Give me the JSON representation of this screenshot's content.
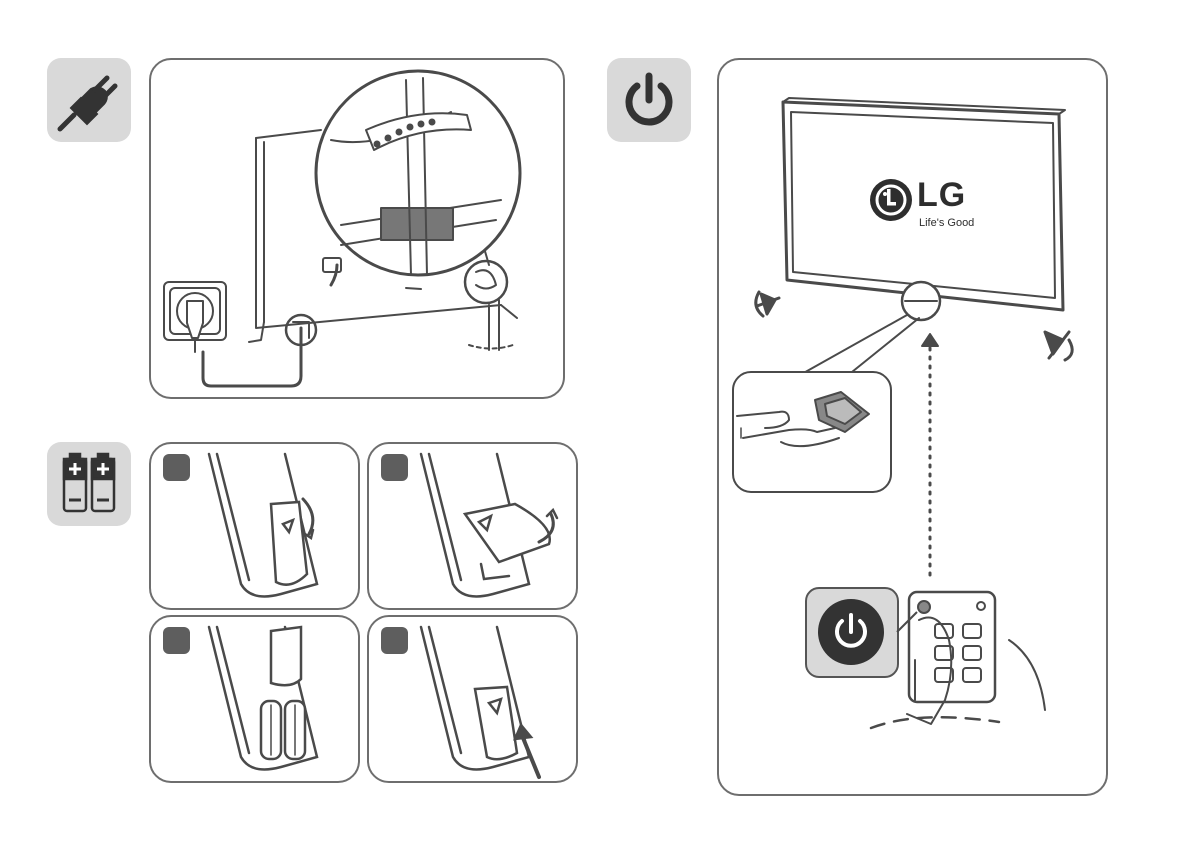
{
  "logo": {
    "brand": "LG",
    "slogan": "Life's Good"
  },
  "steps": {
    "remote_step_count": 4
  },
  "colors": {
    "badge_bg": "#d9d9d9",
    "icon_dark": "#3a3a3a",
    "line": "#4a4a4a",
    "step_box": "#5e5e5e"
  },
  "icons": {
    "plug_badge": "plug-icon",
    "power_badge": "power-icon",
    "battery_badge": "battery-icon",
    "power_remote": "power-icon"
  }
}
